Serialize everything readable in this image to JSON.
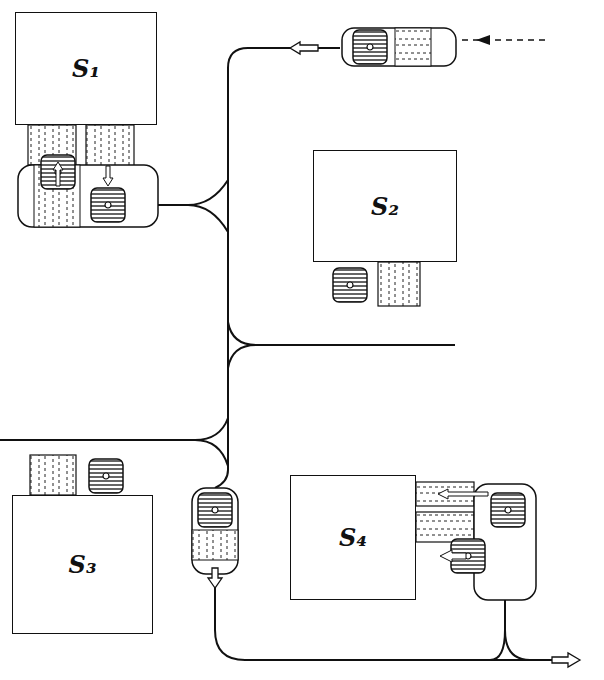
{
  "diagram": {
    "nodes": [
      {
        "text": [
          "S₁"
        ]
      },
      {
        "text": [
          "S₂"
        ]
      },
      {
        "text": [
          "S₃"
        ]
      },
      {
        "text": [
          "S₄"
        ]
      }
    ]
  }
}
